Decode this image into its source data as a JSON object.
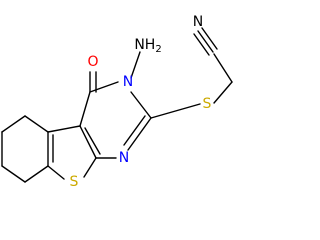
{
  "molecule": {
    "atoms": {
      "N_nitrile": {
        "text": "N",
        "color": "#000000"
      },
      "NH2": {
        "text": "NH2",
        "color": "#000000"
      },
      "O": {
        "text": "O",
        "color": "#ff0000"
      },
      "N_ring_top": {
        "text": "N",
        "color": "#0000ff"
      },
      "S_thioether": {
        "text": "S",
        "color": "#ccaa00"
      },
      "N_ring_bottom": {
        "text": "N",
        "color": "#0000ff"
      },
      "S_thiophene": {
        "text": "S",
        "color": "#ccaa00"
      }
    }
  }
}
